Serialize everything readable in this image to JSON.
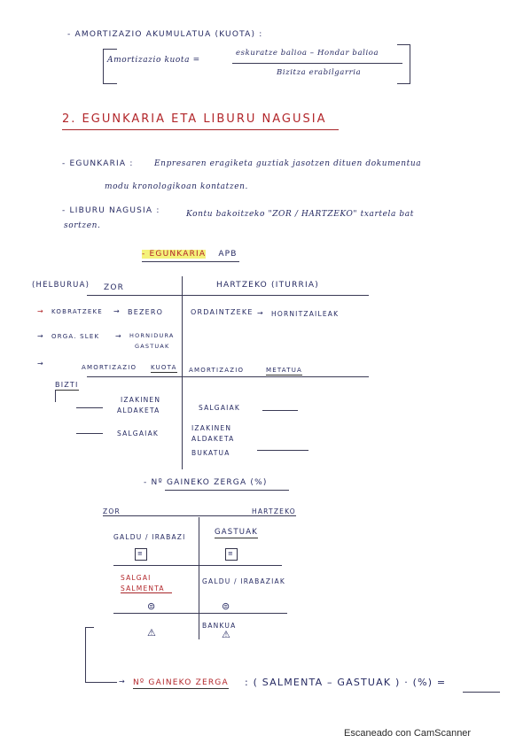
{
  "section1": {
    "bullet_title": "- AMORTIZAZIO AKUMULATUA (KUOTA) :",
    "formula_label": "Amortizazio kuota =",
    "formula_numerator": "eskuratze balioa – Hondar balioa",
    "formula_denominator": "Bizitza erabilgarria"
  },
  "section2": {
    "title": "2. EGUNKARIA  ETA  LIBURU  NAGUSIA",
    "egunkaria_label": "- EGUNKARIA :",
    "egunkaria_text_1": "Enpresaren eragiketa guztiak jasotzen dituen dokumentua",
    "egunkaria_text_2": "modu kronologikoan kontatzen.",
    "liburu_label": "- LIBURU NAGUSIA :",
    "liburu_text_1": "Kontu bakoitzeko  \"ZOR / HARTZEKO\"  txartela bat",
    "liburu_text_2": "sortzen."
  },
  "t_account_1": {
    "title": "- EGUNKARIA",
    "title_suffix": "APB",
    "left_header_pre": "(HELBURUA)",
    "left_header": "ZOR",
    "right_header": "HARTZEKO  (ITURRIA)",
    "row1_left_arrow": "KOBRATZEKE",
    "row1_left": "BEZERO",
    "row1_right": "ORDAINTZEKE",
    "row1_right_arrow": "HORNITZAILEAK",
    "row2_left_arrow": "ORGA. SLEK",
    "row2_left_line1": "HORNIDURA",
    "row2_left_line2": "GASTUAK",
    "row3_left": "AMORTIZAZIO",
    "row3_left_u": "KUOTA",
    "row3_right": "AMORTIZAZIO",
    "row3_right_u": "METATUA",
    "bizti_label": "BIZTI",
    "row4_left_line1": "IZAKINEN",
    "row4_left_line2": "ALDAKETA",
    "row4_right": "SALGAIAK",
    "row5_left": "SALGAIAK",
    "row5_right_line1": "IZAKINEN",
    "row5_right_line2": "ALDAKETA",
    "row5_right_line3": "BUKATUA"
  },
  "t_account_2": {
    "title": "- Nº GAINEKO ZERGA (%)",
    "left_header": "ZOR",
    "right_header": "HARTZEKO",
    "r1_left": "GALDU / IRABAZI",
    "r1_right": "GASTUAK",
    "r2_left_line1": "SALGAI",
    "r2_left_line2": "SALMENTA",
    "r2_right": "GALDU / IRABAZIAK",
    "r3_right": "BANKUA",
    "bottom_formula_label": "Nº GAINEKO ZERGA",
    "bottom_formula_rest": ":  ( SALMENTA  –  GASTUAK ) · (%) ="
  },
  "footer": {
    "scanner_text": "Escaneado con CamScanner"
  }
}
